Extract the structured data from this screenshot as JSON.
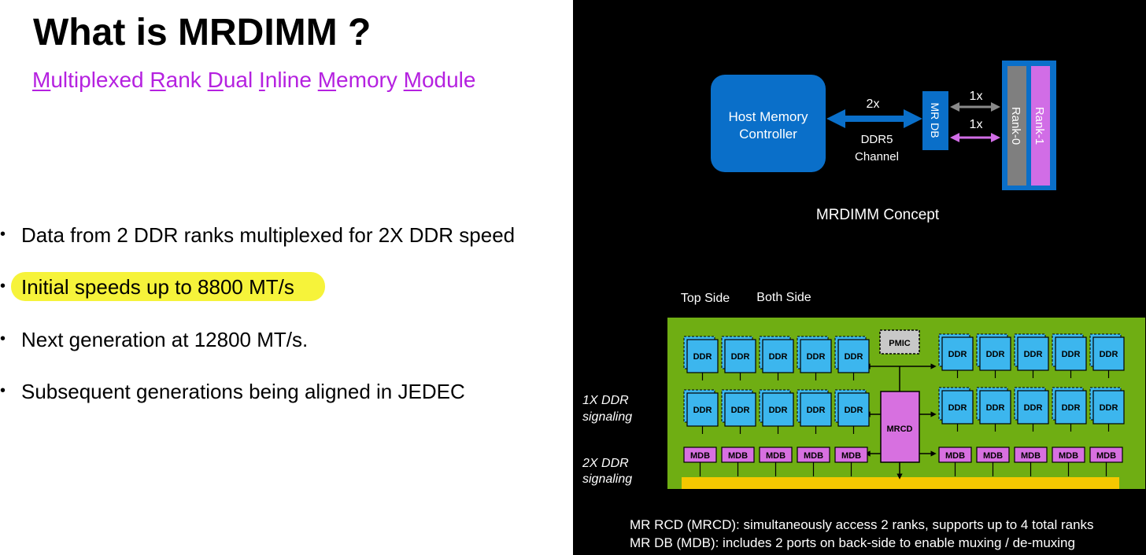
{
  "slide": {
    "title": "What is MRDIMM ?",
    "subtitle": {
      "words": [
        {
          "initial": "M",
          "rest": "ultiplexed"
        },
        {
          "initial": "R",
          "rest": "ank"
        },
        {
          "initial": "D",
          "rest": "ual"
        },
        {
          "initial": "I",
          "rest": "nline"
        },
        {
          "initial": "M",
          "rest": "emory"
        },
        {
          "initial": "M",
          "rest": "odule"
        }
      ],
      "color": "#b521e0"
    },
    "bullets": [
      {
        "text": "Data from 2 DDR ranks multiplexed for 2X DDR speed",
        "highlighted": false
      },
      {
        "text": "Initial speeds up to 8800 MT/s",
        "highlighted": true
      },
      {
        "text": "Next generation at 12800 MT/s.",
        "highlighted": false
      },
      {
        "text": "Subsequent generations being aligned in JEDEC",
        "highlighted": false
      }
    ],
    "bullet_glyph": "•",
    "highlight_color": "#f6f33a"
  },
  "concept": {
    "host_label_line1": "Host Memory",
    "host_label_line2": "Controller",
    "link_2x": "2x",
    "channel_line1": "DDR5",
    "channel_line2": "Channel",
    "mrdb_label": "MR DB",
    "link_1x_top": "1x",
    "link_1x_bottom": "1x",
    "rank0_label": "Rank-0",
    "rank1_label": "Rank-1",
    "caption": "MRDIMM Concept",
    "colors": {
      "blue": "#0a6fc9",
      "blue_border": "#1a7fd6",
      "rank0": "#7f7f7f",
      "rank1": "#d16de6",
      "gray_arrow": "#8a8a8a",
      "pink_arrow": "#d16de6"
    }
  },
  "board": {
    "label_top_side": "Top Side",
    "label_both_side": "Both Side",
    "label_1x_line1": "1X DDR",
    "label_1x_line2": "signaling",
    "label_2x_line1": "2X DDR",
    "label_2x_line2": "signaling",
    "ddr_label": "DDR",
    "mdb_label": "MDB",
    "mrcd_label": "MRCD",
    "pmic_label": "PMIC",
    "colors": {
      "pcb": "#6fae13",
      "ddr": "#3cb6ee",
      "mdb": "#d770e0",
      "mrcd": "#d770e0",
      "pmic": "#c8c8c8",
      "gold": "#f5c800"
    }
  },
  "notes": [
    "MR RCD (MRCD): simultaneously access 2 ranks, supports up to 4 total ranks",
    "MR DB (MDB): includes 2 ports on back-side to enable muxing / de-muxing"
  ]
}
